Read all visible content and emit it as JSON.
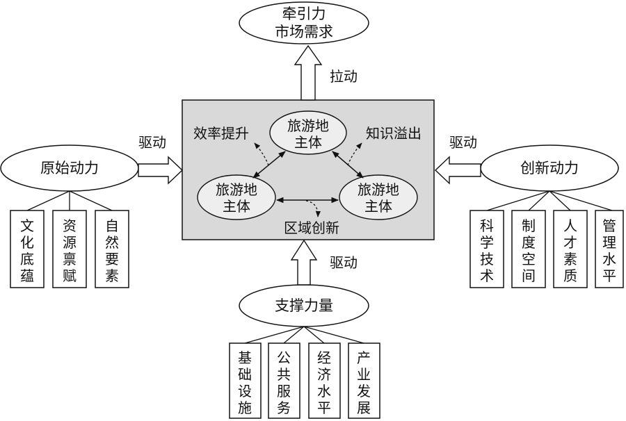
{
  "top": {
    "lines": [
      "牵引力",
      "市场需求"
    ],
    "arrow_label": "拉动"
  },
  "center": {
    "node_top": [
      "旅游地",
      "主体"
    ],
    "node_left": [
      "旅游地",
      "主体"
    ],
    "node_right": [
      "旅游地",
      "主体"
    ],
    "label_efficiency": "效率提升",
    "label_knowledge": "知识溢出",
    "label_regional": "区域创新"
  },
  "left": {
    "title": "原始动力",
    "arrow_label": "驱动",
    "items": [
      [
        "文",
        "化",
        "底",
        "蕴"
      ],
      [
        "资",
        "源",
        "禀",
        "赋"
      ],
      [
        "自",
        "然",
        "要",
        "素"
      ]
    ]
  },
  "right": {
    "title": "创新动力",
    "arrow_label": "驱动",
    "items": [
      [
        "科",
        "学",
        "技",
        "术"
      ],
      [
        "制",
        "度",
        "空",
        "间"
      ],
      [
        "人",
        "才",
        "素",
        "质"
      ],
      [
        "管",
        "理",
        "水",
        "平"
      ]
    ]
  },
  "bottom": {
    "title": "支撑力量",
    "arrow_label": "驱动",
    "items": [
      [
        "基",
        "础",
        "设",
        "施"
      ],
      [
        "公",
        "共",
        "服",
        "务"
      ],
      [
        "经",
        "济",
        "水",
        "平"
      ],
      [
        "产",
        "业",
        "发",
        "展"
      ]
    ]
  }
}
